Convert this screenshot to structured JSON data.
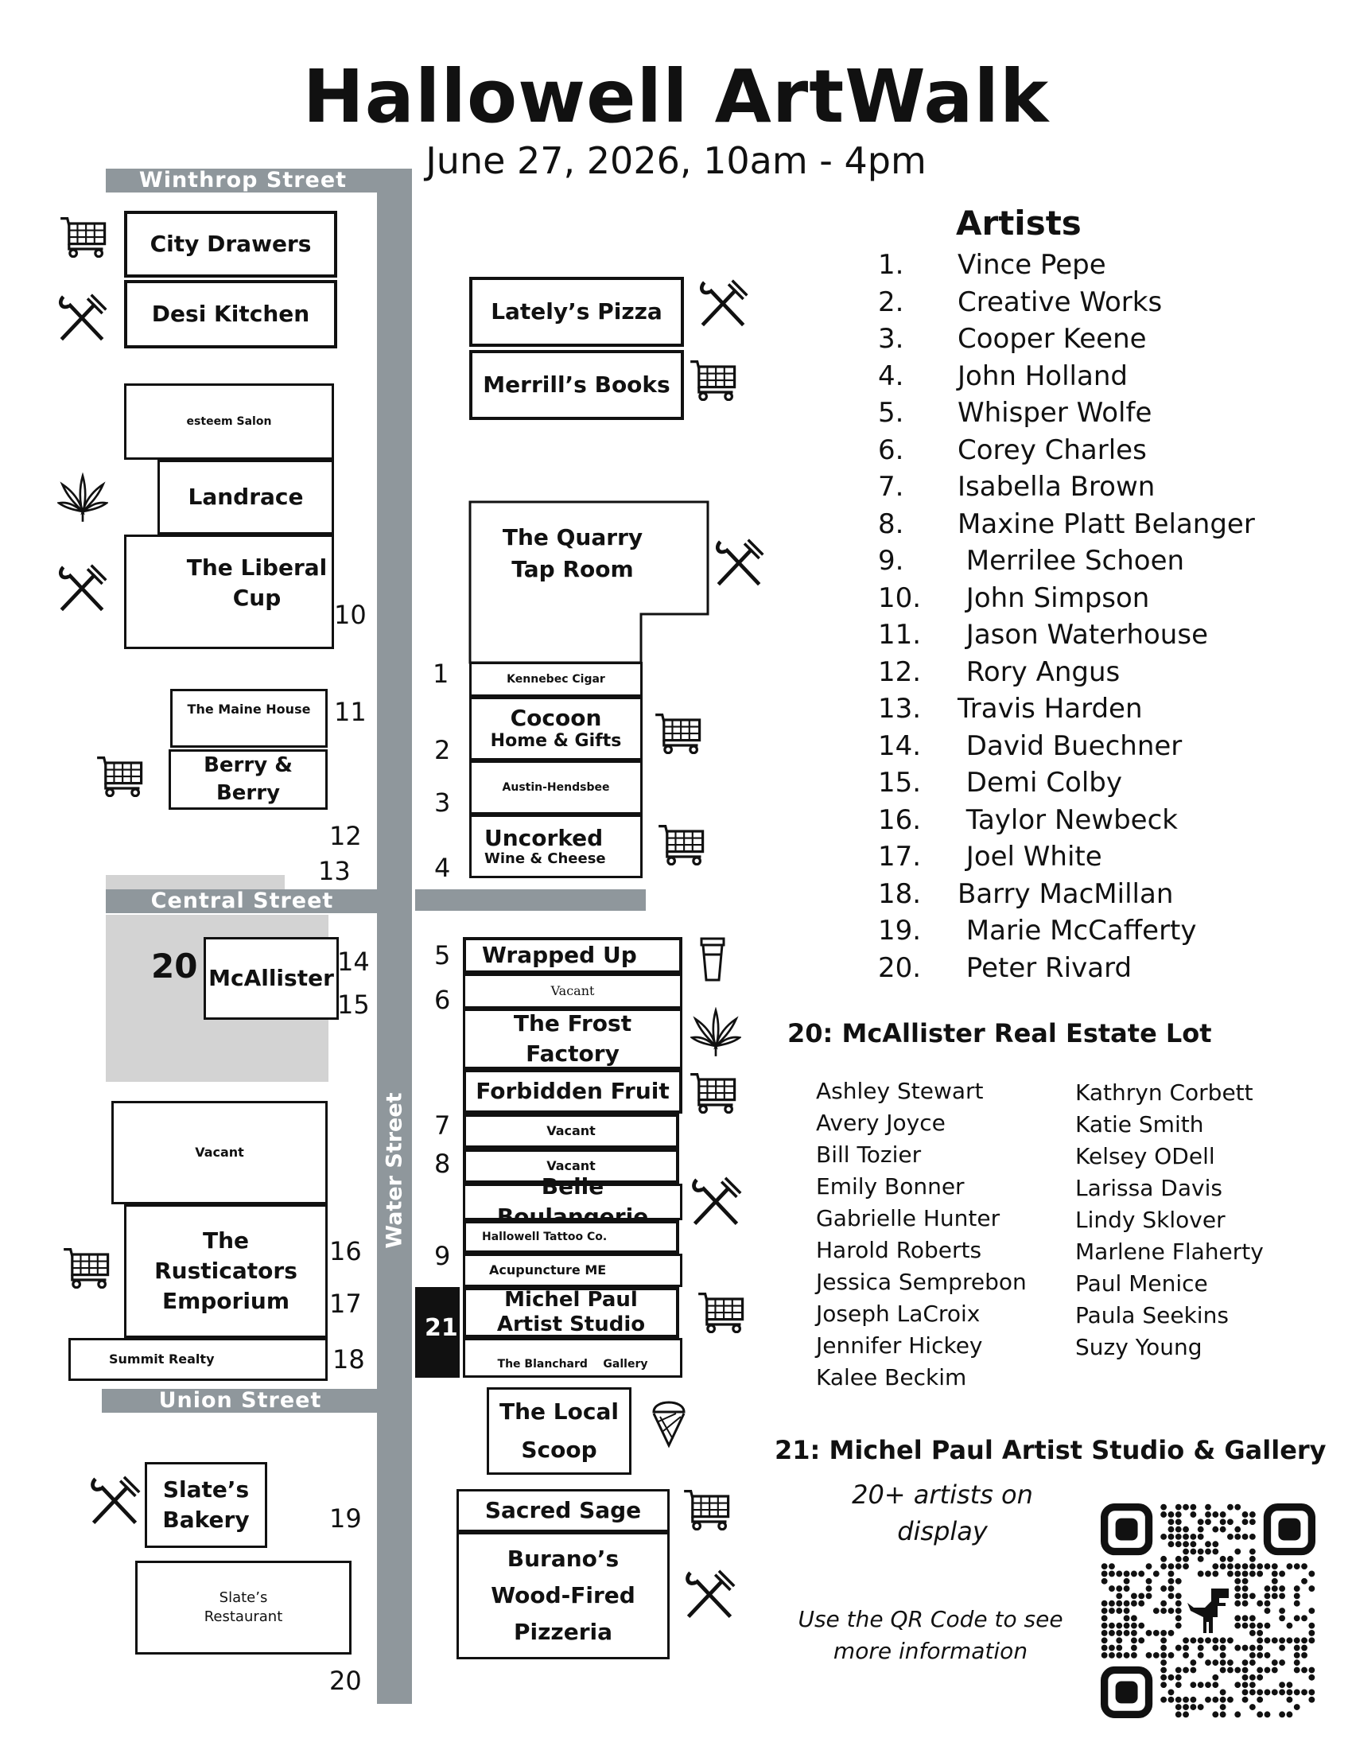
{
  "header": {
    "title": "Hallowell ArtWalk",
    "date": "June 27, 2026, 10am - 4pm"
  },
  "streets": {
    "winthrop": "Winthrop Street",
    "central": "Central Street",
    "union": "Union Street",
    "water": "Water Street"
  },
  "west_side": {
    "city_drawers": "City Drawers",
    "desi_kitchen": "Desi Kitchen",
    "esteem_salon": "esteem Salon",
    "landrace": "Landrace",
    "liberal_cup": "The Liberal Cup",
    "maine_house": "The Maine House",
    "berry_berry": "Berry & Berry",
    "mcallister": "McAllister",
    "vacant": "Vacant",
    "rusticators_1": "The",
    "rusticators_2": "Rusticators",
    "rusticators_3": "Emporium",
    "summit": "Summit Realty",
    "slates_bakery_1": "Slate’s",
    "slates_bakery_2": "Bakery",
    "slates_restaurant_1": "Slate’s",
    "slates_restaurant_2": "Restaurant"
  },
  "east_side": {
    "latelys": "Lately’s Pizza",
    "merrills": "Merrill’s Books",
    "quarry_1": "The Quarry",
    "quarry_2": "Tap Room",
    "kennebec": "Kennebec Cigar",
    "cocoon_1": "Cocoon",
    "cocoon_2": "Home & Gifts",
    "austin": "Austin-Hendsbee",
    "uncorked_1": "Uncorked",
    "uncorked_2": "Wine & Cheese",
    "wrapped": "Wrapped Up",
    "vacant_a": "Vacant",
    "frost_1": "The Frost",
    "frost_2": "Factory",
    "forbidden": "Forbidden Fruit",
    "vacant_b": "Vacant",
    "vacant_c": "Vacant",
    "belle": "Belle Boulangerie",
    "tattoo": "Hallowell Tattoo Co.",
    "acupuncture": "Acupuncture ME",
    "michel_1": "Michel Paul",
    "michel_2": "Artist Studio",
    "blanchard": "The Blanchard    Gallery",
    "scoop_1": "The Local",
    "scoop_2": "Scoop",
    "sage": "Sacred Sage",
    "buranos_1": "Burano’s",
    "buranos_2": "Wood-Fired",
    "buranos_3": "Pizzeria"
  },
  "map_numbers": [
    "1",
    "2",
    "3",
    "4",
    "5",
    "6",
    "7",
    "8",
    "9",
    "10",
    "11",
    "12",
    "13",
    "14",
    "15",
    "16",
    "17",
    "18",
    "19",
    "20",
    "20",
    "21"
  ],
  "artists": {
    "heading": "Artists",
    "list": [
      {
        "n": "1.",
        "name": "Vince Pepe"
      },
      {
        "n": "2.",
        "name": "Creative Works"
      },
      {
        "n": "3.",
        "name": "Cooper Keene"
      },
      {
        "n": "4.",
        "name": "John Holland"
      },
      {
        "n": "5.",
        "name": "Whisper Wolfe"
      },
      {
        "n": "6.",
        "name": "Corey Charles"
      },
      {
        "n": "7.",
        "name": "Isabella Brown"
      },
      {
        "n": "8.",
        "name": "Maxine Platt Belanger"
      },
      {
        "n": "9.",
        "name": " Merrilee Schoen"
      },
      {
        "n": "10.",
        "name": " John Simpson"
      },
      {
        "n": "11.",
        "name": " Jason Waterhouse"
      },
      {
        "n": "12.",
        "name": " Rory Angus"
      },
      {
        "n": "13.",
        "name": "Travis Harden"
      },
      {
        "n": "14.",
        "name": " David Buechner"
      },
      {
        "n": "15.",
        "name": " Demi Colby"
      },
      {
        "n": "16.",
        "name": " Taylor Newbeck"
      },
      {
        "n": "17.",
        "name": " Joel White"
      },
      {
        "n": "18.",
        "name": "Barry MacMillan"
      },
      {
        "n": "19.",
        "name": " Marie McCafferty"
      },
      {
        "n": "20.",
        "name": " Peter Rivard"
      }
    ]
  },
  "mcallister_lot": {
    "heading": "20: McAllister Real Estate Lot",
    "col1": [
      "Ashley Stewart",
      "Avery Joyce",
      "Bill Tozier",
      "Emily Bonner",
      "Gabrielle Hunter",
      "Harold Roberts",
      "Jessica Semprebon",
      "Joseph LaCroix",
      "Jennifer Hickey",
      "Kalee Beckim"
    ],
    "col2": [
      "Kathryn Corbett",
      "Katie Smith",
      "Kelsey ODell",
      "Larissa Davis",
      "Lindy Sklover",
      "Marlene Flaherty",
      "Paul Menice",
      "Paula Seekins",
      "Suzy Young"
    ]
  },
  "studio": {
    "heading": "21: Michel Paul Artist Studio & Gallery",
    "line1": "20+ artists on",
    "line2": "display",
    "qr1": "Use the QR Code to see",
    "qr2": "more information"
  },
  "icons": {
    "cart": "shopping-cart-icon",
    "fork_knife": "fork-knife-icon",
    "leaf": "cannabis-leaf-icon",
    "cup": "coffee-cup-icon",
    "ice_cream": "ice-cream-icon",
    "qr": "qr-code-icon"
  }
}
